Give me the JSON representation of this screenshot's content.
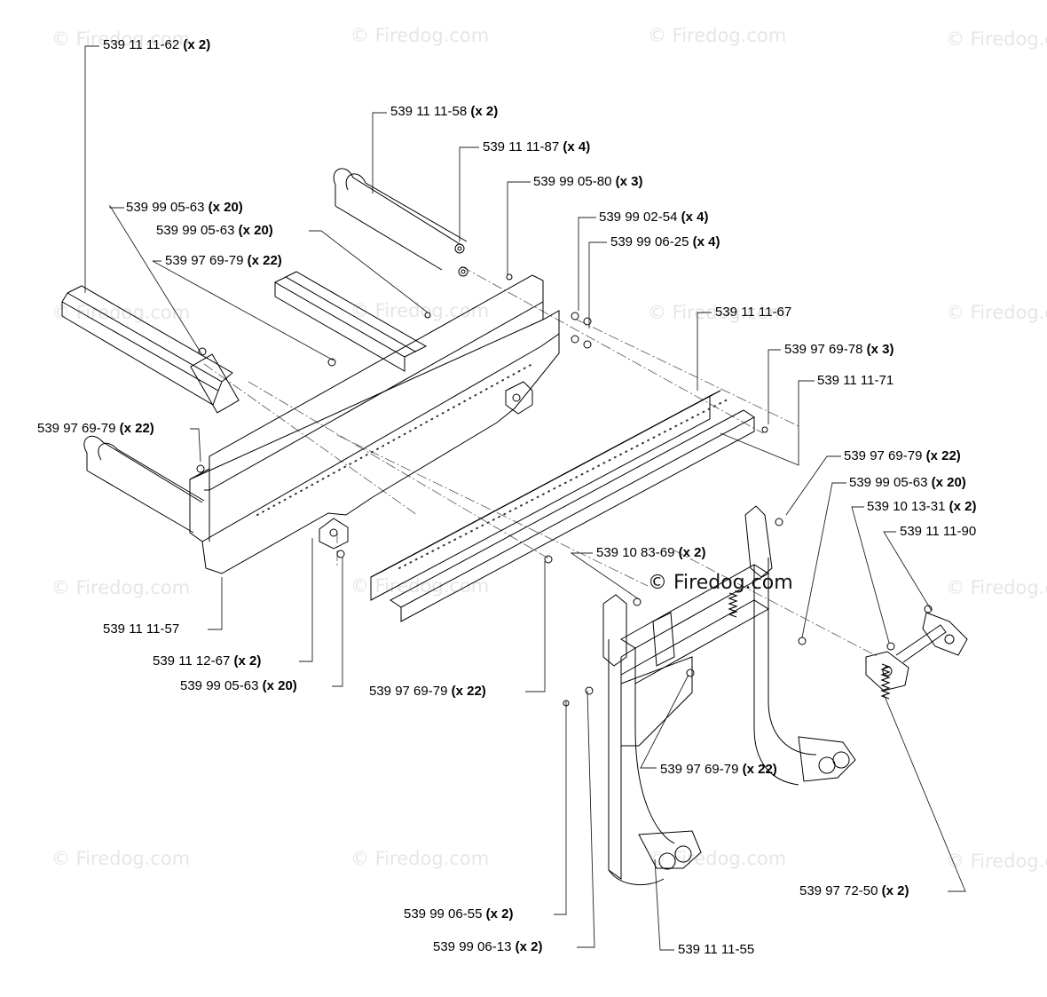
{
  "watermark": {
    "text": "© Firedog.com",
    "main_text": "© Firedog.com"
  },
  "labels": [
    {
      "part": "539 11 11-62",
      "qty": "(x 2)"
    },
    {
      "part": "539 11 11-58",
      "qty": "(x 2)"
    },
    {
      "part": "539 11 11-87",
      "qty": "(x 4)"
    },
    {
      "part": "539 99 05-80",
      "qty": "(x 3)"
    },
    {
      "part": "539 99 05-63",
      "qty": "(x 20)"
    },
    {
      "part": "539 99 05-63",
      "qty": "(x 20)"
    },
    {
      "part": "539 99 02-54",
      "qty": "(x 4)"
    },
    {
      "part": "539 99 06-25",
      "qty": "(x 4)"
    },
    {
      "part": "539 97 69-79",
      "qty": "(x 22)"
    },
    {
      "part": "539 11 11-67",
      "qty": ""
    },
    {
      "part": "539 97 69-78",
      "qty": "(x 3)"
    },
    {
      "part": "539 11 11-71",
      "qty": ""
    },
    {
      "part": "539 97 69-79",
      "qty": "(x 22)"
    },
    {
      "part": "539 97 69-79",
      "qty": "(x 22)"
    },
    {
      "part": "539 99 05-63",
      "qty": "(x 20)"
    },
    {
      "part": "539 10 13-31",
      "qty": "(x 2)"
    },
    {
      "part": "539 11 11-90",
      "qty": ""
    },
    {
      "part": "539 10 83-69",
      "qty": "(x 2)"
    },
    {
      "part": "539 11 11-57",
      "qty": ""
    },
    {
      "part": "539 11 12-67",
      "qty": "(x 2)"
    },
    {
      "part": "539 99 05-63",
      "qty": "(x 20)"
    },
    {
      "part": "539 97 69-79",
      "qty": "(x 22)"
    },
    {
      "part": "539 97 69-79",
      "qty": "(x 22)"
    },
    {
      "part": "539 99 06-55",
      "qty": "(x 2)"
    },
    {
      "part": "539 99 06-13",
      "qty": "(x 2)"
    },
    {
      "part": "539 11 11-55",
      "qty": ""
    },
    {
      "part": "539 97 72-50",
      "qty": "(x 2)"
    }
  ]
}
